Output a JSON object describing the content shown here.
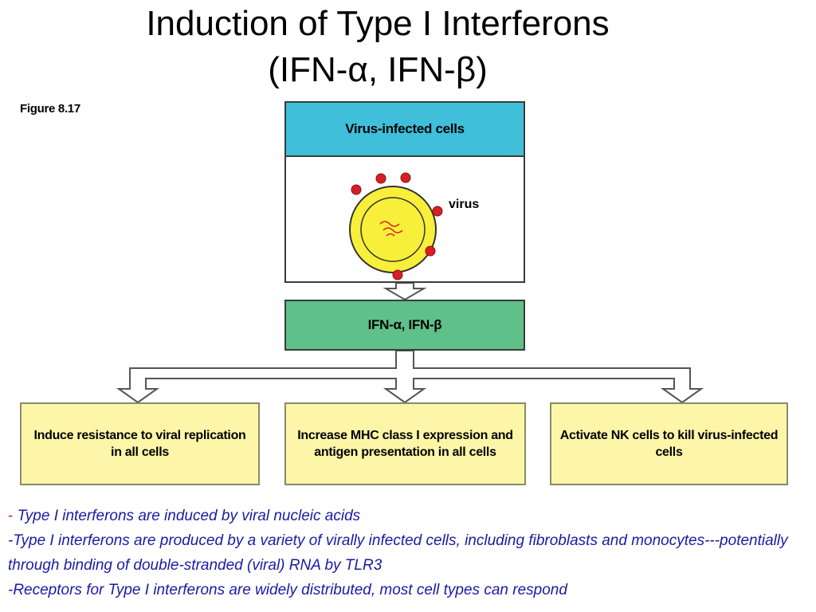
{
  "title": {
    "line1": "Induction of Type I Interferons",
    "line2": "(IFN-α, IFN-β)"
  },
  "figure_label": "Figure 8.17",
  "diagram": {
    "top_box_title": "Virus-infected cells",
    "virus_label": "virus",
    "middle_box_label": "IFN-α, IFN-β",
    "outcomes": [
      "Induce resistance to viral replication in all cells",
      "Increase MHC class I expression and antigen presentation in all cells",
      "Activate NK cells to kill virus-infected cells"
    ],
    "colors": {
      "header_blue": "#3fbfd9",
      "ifn_green": "#5fc08a",
      "outcome_yellow": "#fdf6a8",
      "cell_yellow": "#f7ef3a",
      "virus_red": "#d81f26"
    }
  },
  "notes": {
    "bullet1_dash": "-",
    "bullet1": " Type I interferons are induced by viral nucleic acids",
    "bullet2": "-Type I interferons are produced by a variety of virally infected cells, including fibroblasts and monocytes---potentially through binding of double-stranded (viral) RNA by TLR3",
    "bullet3": "-Receptors for Type I interferons are widely distributed, most cell types can respond"
  }
}
